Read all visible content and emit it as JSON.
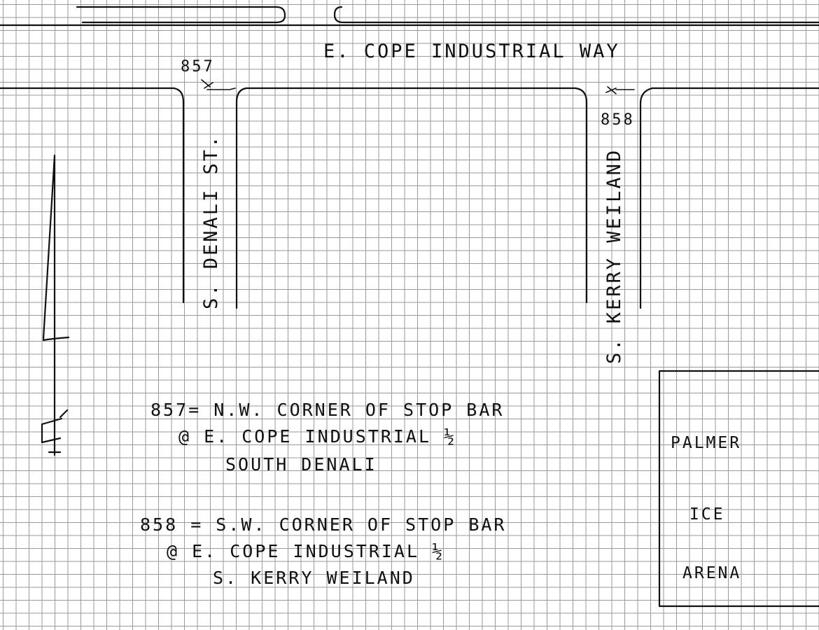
{
  "streets": {
    "top_road": "E. COPE INDUSTRIAL WAY",
    "left_road": "S. DENALI ST.",
    "right_road": "S. KERRY WEILAND"
  },
  "markers": {
    "point_857": "857",
    "point_858": "858"
  },
  "notes": {
    "note_857": [
      "857= N.W. CORNER OF STOP BAR",
      "@ E. COPE INDUSTRIAL ½",
      "SOUTH DENALI"
    ],
    "note_858": [
      "858 = S.W. CORNER OF STOP BAR",
      "@ E. COPE INDUSTRIAL ½",
      "S. KERRY WEILAND"
    ]
  },
  "arena": {
    "line1": "PALMER",
    "line2": "ICE",
    "line3": "ARENA"
  },
  "icons": [
    "north-arrow-icon",
    "stop-bar-marker-icon"
  ]
}
